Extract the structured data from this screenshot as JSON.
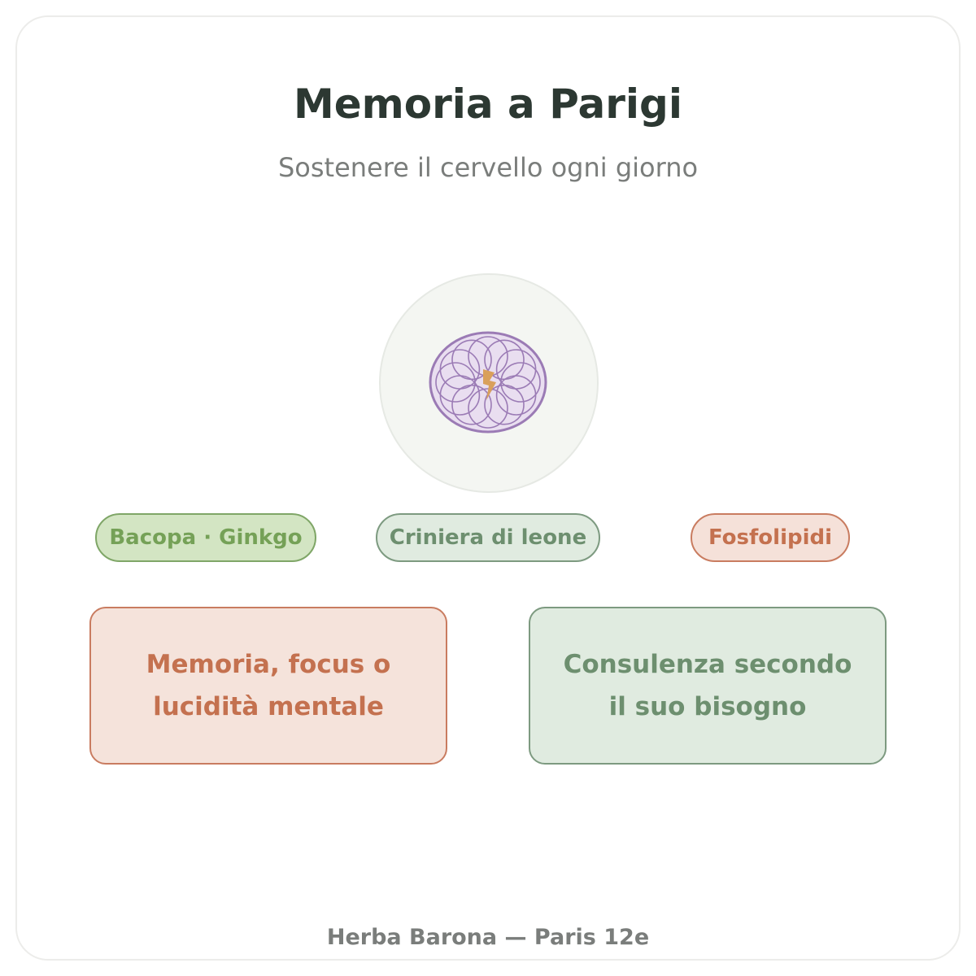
{
  "header": {
    "title": "Memoria a Parigi",
    "subtitle": "Sostenere il cervello ogni giorno"
  },
  "emblem": {
    "icon": "brain-icon",
    "accent_icon": "lightning-icon",
    "color": "#9b7bb5",
    "accent_color": "#d9a05b"
  },
  "pills": [
    {
      "label": "Bacopa · Ginkgo"
    },
    {
      "label": "Criniera di leone"
    },
    {
      "label": "Fosfolipidi"
    }
  ],
  "boxes": [
    {
      "label": "Memoria, focus o lucidità mentale"
    },
    {
      "label": "Consulenza secondo il suo bisogno"
    }
  ],
  "footer": {
    "text": "Herba Barona — Paris 12e"
  },
  "colors": {
    "title": "#2c3832",
    "muted": "#7a7d7b",
    "green": "#75a157",
    "sage": "#6d8f6f",
    "terracotta": "#c4714f"
  }
}
